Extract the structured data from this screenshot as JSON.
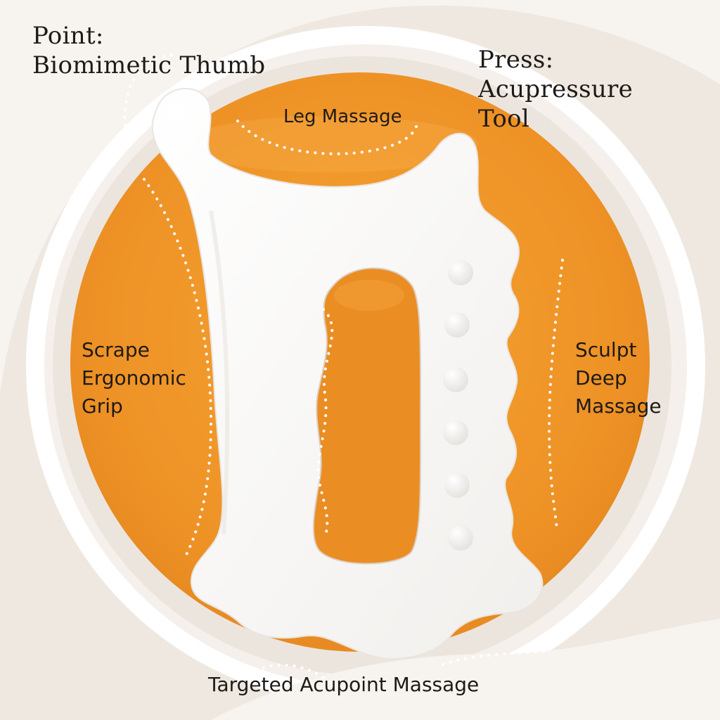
{
  "labels": {
    "point": [
      "Point:",
      "Biomimetic  Thumb"
    ],
    "press": [
      "Press:",
      "Acupressure",
      "Tool"
    ],
    "leg": "Leg Massage",
    "scrape": [
      "Scrape",
      "Ergonomic",
      "Grip"
    ],
    "sculpt": [
      "Sculpt",
      "Deep",
      "Massage"
    ],
    "targeted": "Targeted Acupoint Massage"
  },
  "colors": {
    "background": "#efe8e1",
    "disc": "#f0972a",
    "tool": "#fcfcfb",
    "text": "#1e1a17",
    "dots": "#ffffff"
  }
}
